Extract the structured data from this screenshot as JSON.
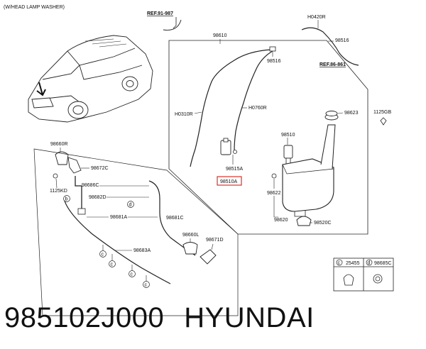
{
  "diagram": {
    "note": "(W/HEAD LAMP WASHER)",
    "refs": [
      "REF.91-987",
      "REF.86-861"
    ],
    "labels": {
      "p98610": "98610",
      "h0420r": "H0420R",
      "p98516a": "98516",
      "p98516b": "98516",
      "h0310r": "H0310R",
      "h0760r": "H0760R",
      "p98623": "98623",
      "p1125gb": "1125GB",
      "p98510": "98510",
      "p98515a": "98515A",
      "p98510a": "98510A",
      "p98622": "98622",
      "p98620": "98620",
      "p98520c": "98520C",
      "p98660r": "98660R",
      "p98672c": "98672C",
      "p1125kd": "1125KD",
      "p98686c": "98686C",
      "p98682d": "98682D",
      "p98681a": "98681A",
      "p98681c": "98681C",
      "p98660l": "98660L",
      "p98671d": "98671D",
      "p98683a": "98683A"
    },
    "callouts": [
      "b",
      "c",
      "d"
    ],
    "legend": [
      {
        "letter": "c",
        "part": "25455"
      },
      {
        "letter": "d",
        "part": "98685C"
      }
    ]
  },
  "caption": {
    "part_number": "985102J000",
    "brand": "HYUNDAI"
  },
  "colors": {
    "line": "#222222",
    "highlight": "#e0302a"
  }
}
